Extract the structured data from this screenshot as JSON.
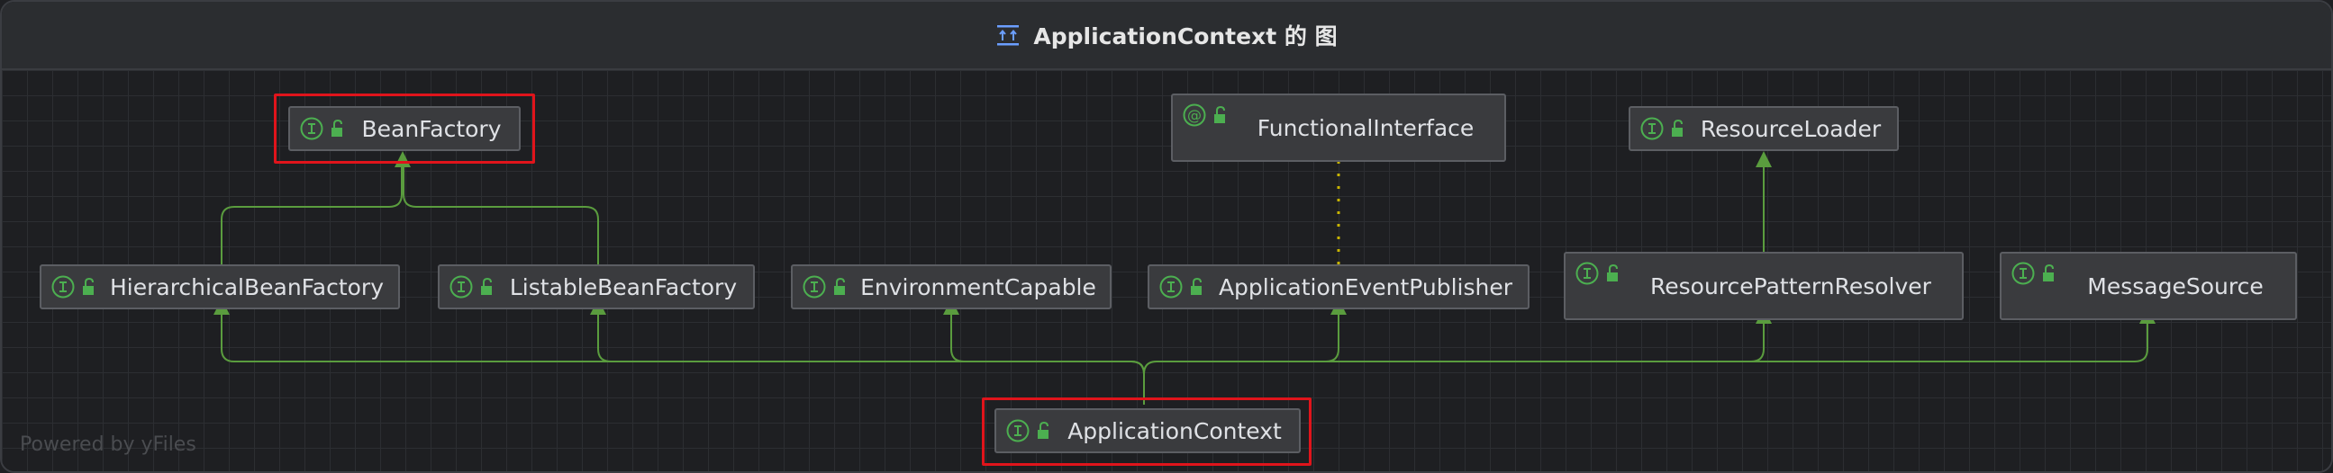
{
  "window": {
    "title": "ApplicationContext 的 图",
    "title_icon": "hierarchy-diagram-icon"
  },
  "colors": {
    "background": "#1e1f22",
    "node_fill": "#3a3b3e",
    "edge": "#5a9c3e",
    "highlight": "#e0141b",
    "interface_icon": "#4caf50"
  },
  "nodes": [
    {
      "id": "bean_factory",
      "label": "BeanFactory",
      "kind": "interface",
      "highlighted": true
    },
    {
      "id": "functional_interface",
      "label": "FunctionalInterface",
      "kind": "annotation",
      "highlighted": false
    },
    {
      "id": "resource_loader",
      "label": "ResourceLoader",
      "kind": "interface",
      "highlighted": false
    },
    {
      "id": "hierarchical_bean_factory",
      "label": "HierarchicalBeanFactory",
      "kind": "interface",
      "highlighted": false
    },
    {
      "id": "listable_bean_factory",
      "label": "ListableBeanFactory",
      "kind": "interface",
      "highlighted": false
    },
    {
      "id": "environment_capable",
      "label": "EnvironmentCapable",
      "kind": "interface",
      "highlighted": false
    },
    {
      "id": "application_event_publisher",
      "label": "ApplicationEventPublisher",
      "kind": "interface",
      "highlighted": false
    },
    {
      "id": "resource_pattern_resolver",
      "label": "ResourcePatternResolver",
      "kind": "interface",
      "highlighted": false
    },
    {
      "id": "message_source",
      "label": "MessageSource",
      "kind": "interface",
      "highlighted": false
    },
    {
      "id": "application_context",
      "label": "ApplicationContext",
      "kind": "interface",
      "highlighted": true
    }
  ],
  "edges": [
    {
      "from": "hierarchical_bean_factory",
      "to": "bean_factory",
      "type": "extends"
    },
    {
      "from": "listable_bean_factory",
      "to": "bean_factory",
      "type": "extends"
    },
    {
      "from": "application_event_publisher",
      "to": "functional_interface",
      "type": "annotated"
    },
    {
      "from": "resource_pattern_resolver",
      "to": "resource_loader",
      "type": "extends"
    },
    {
      "from": "application_context",
      "to": "hierarchical_bean_factory",
      "type": "extends"
    },
    {
      "from": "application_context",
      "to": "listable_bean_factory",
      "type": "extends"
    },
    {
      "from": "application_context",
      "to": "environment_capable",
      "type": "extends"
    },
    {
      "from": "application_context",
      "to": "application_event_publisher",
      "type": "extends"
    },
    {
      "from": "application_context",
      "to": "resource_pattern_resolver",
      "type": "extends"
    },
    {
      "from": "application_context",
      "to": "message_source",
      "type": "extends"
    }
  ],
  "watermark": "Powered by yFiles"
}
